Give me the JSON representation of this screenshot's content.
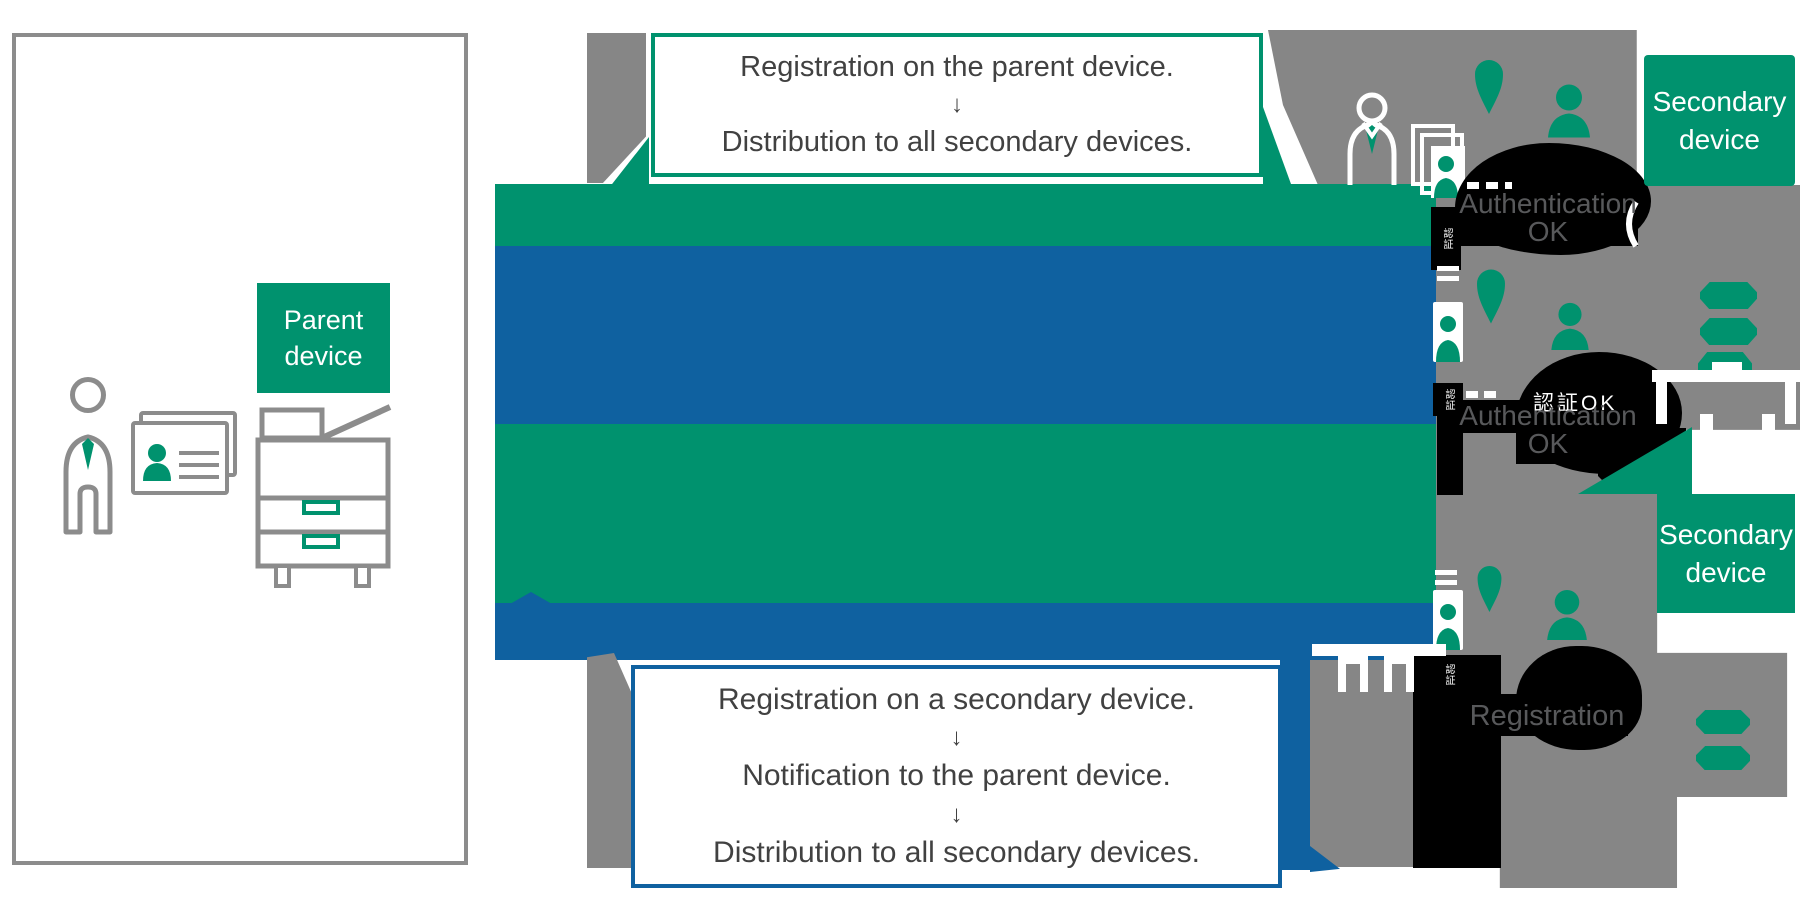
{
  "diagram": {
    "colors": {
      "green": "#00926e",
      "blue": "#0f61a0",
      "gray": "#868686",
      "outline": "#8c8c8c",
      "black": "#000000",
      "text": "#414141",
      "bubble-text": "#58595b"
    },
    "parent_panel": {
      "label": "Parent device"
    },
    "flow_top": {
      "rows": [
        "Registration on the parent device.",
        "↓",
        "Distribution to all secondary devices."
      ]
    },
    "flow_bottom": {
      "rows": [
        "Registration on a secondary device.",
        "↓",
        "Notification to the parent device.",
        "↓",
        "Distribution to all secondary devices."
      ]
    },
    "secondary_label": "Secondary device",
    "bubbles": {
      "auth_line1": "Authentication",
      "auth_line2": "OK",
      "auth_jp": "認証OK",
      "registration": "Registration"
    },
    "reader_glyph": "認証",
    "icons": {
      "user": "person-icon",
      "id_card": "id-card-icon",
      "printer": "printer-icon",
      "drop_arrow": "down-droplet-icon",
      "person_silhouette": "person-silhouette-icon",
      "card_reader": "card-reader-icon"
    }
  }
}
